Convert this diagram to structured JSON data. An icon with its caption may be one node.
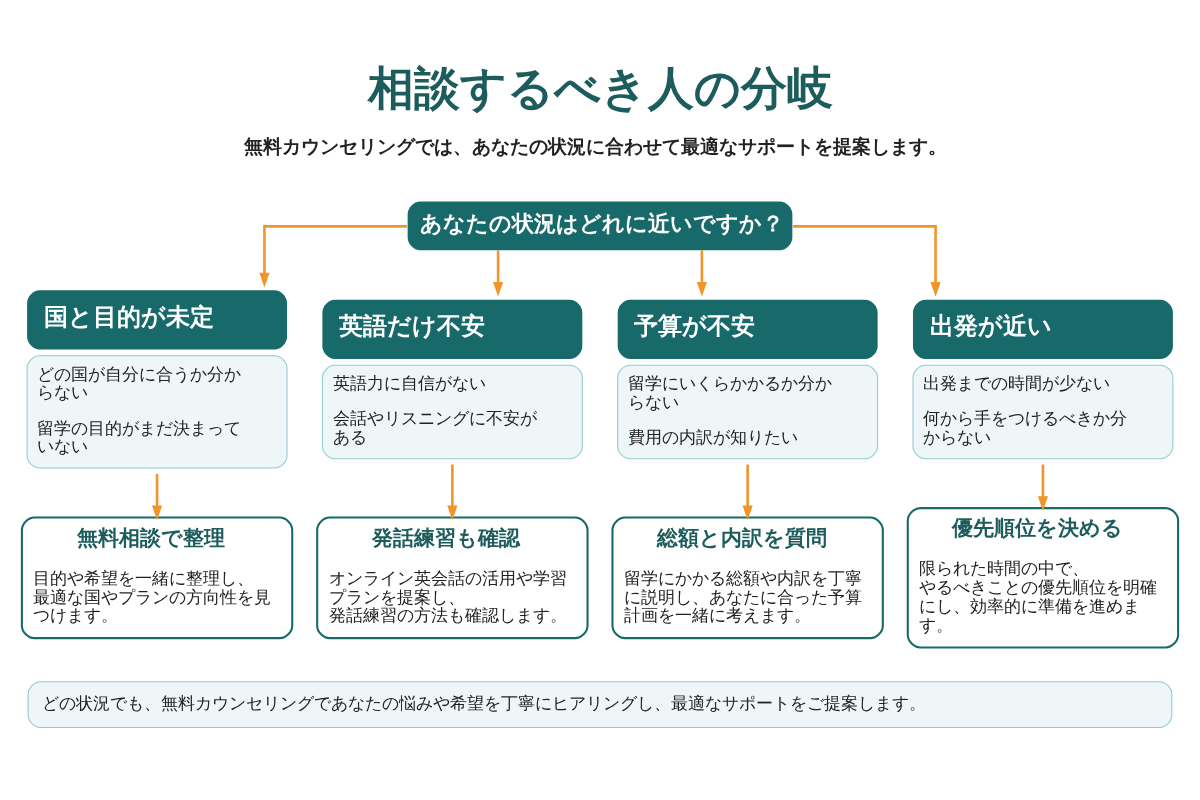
{
  "diagram": {
    "title": "相談するべき人の分岐",
    "nodes": [
      {
        "text": [
          "あなたの状況はどれに近いですか？"
        ]
      },
      {
        "text": [
          "国と目的が未定",
          "どの国が自分に合うか分からない",
          "留学の目的がまだ決まっていない"
        ]
      },
      {
        "text": [
          "英語だけ不安",
          "英語力に自信がない",
          "会話やリスニングに不安がある"
        ]
      },
      {
        "text": [
          "予算が不安",
          "留学にいくらかかるか分からない",
          "費用の内訳が知りたい"
        ]
      },
      {
        "text": [
          "出発が近い",
          "出発までの時間が少ない",
          "何から手をつけるべきか分からない"
        ]
      },
      {
        "text": [
          "無料相談で整理",
          "目的や希望を一緒に整理し、最適な国やプランの方向性を見つけます。"
        ]
      },
      {
        "text": [
          "発話練習も確認",
          "オンライン英会話の活用や学習プランを提案し、発話練習の方法も確認します。"
        ]
      },
      {
        "text": [
          "総額と内訳を質問",
          "留学にかかる総額や内訳を丁寧に説明し、あなたに合った予算計画を一緒に考えます。"
        ]
      },
      {
        "text": [
          "優先順位を決める",
          "限られた時間の中で、やるべきことの優先順位を明確にし、効率的に準備を進めます。"
        ]
      },
      {
        "text": [
          "どの状況でも、無料カウンセリングであなたの悩みや希望を丁寧にヒアリングし、最適なサポートをご提案します。"
        ]
      }
    ],
    "edges": [
      {
        "from": 0,
        "to": 1,
        "arrow": "to"
      },
      {
        "from": 0,
        "to": 2,
        "arrow": "to"
      },
      {
        "from": 0,
        "to": 3,
        "arrow": "to"
      },
      {
        "from": 0,
        "to": 4,
        "arrow": "to"
      },
      {
        "from": 1,
        "to": 5,
        "arrow": "to"
      },
      {
        "from": 2,
        "to": 6,
        "arrow": "to"
      },
      {
        "from": 3,
        "to": 7,
        "arrow": "to"
      },
      {
        "from": 4,
        "to": 8,
        "arrow": "to"
      }
    ],
    "labels": [
      "無料カウンセリングでは、あなたの状況に合わせて最適なサポートを提案します。"
    ]
  }
}
